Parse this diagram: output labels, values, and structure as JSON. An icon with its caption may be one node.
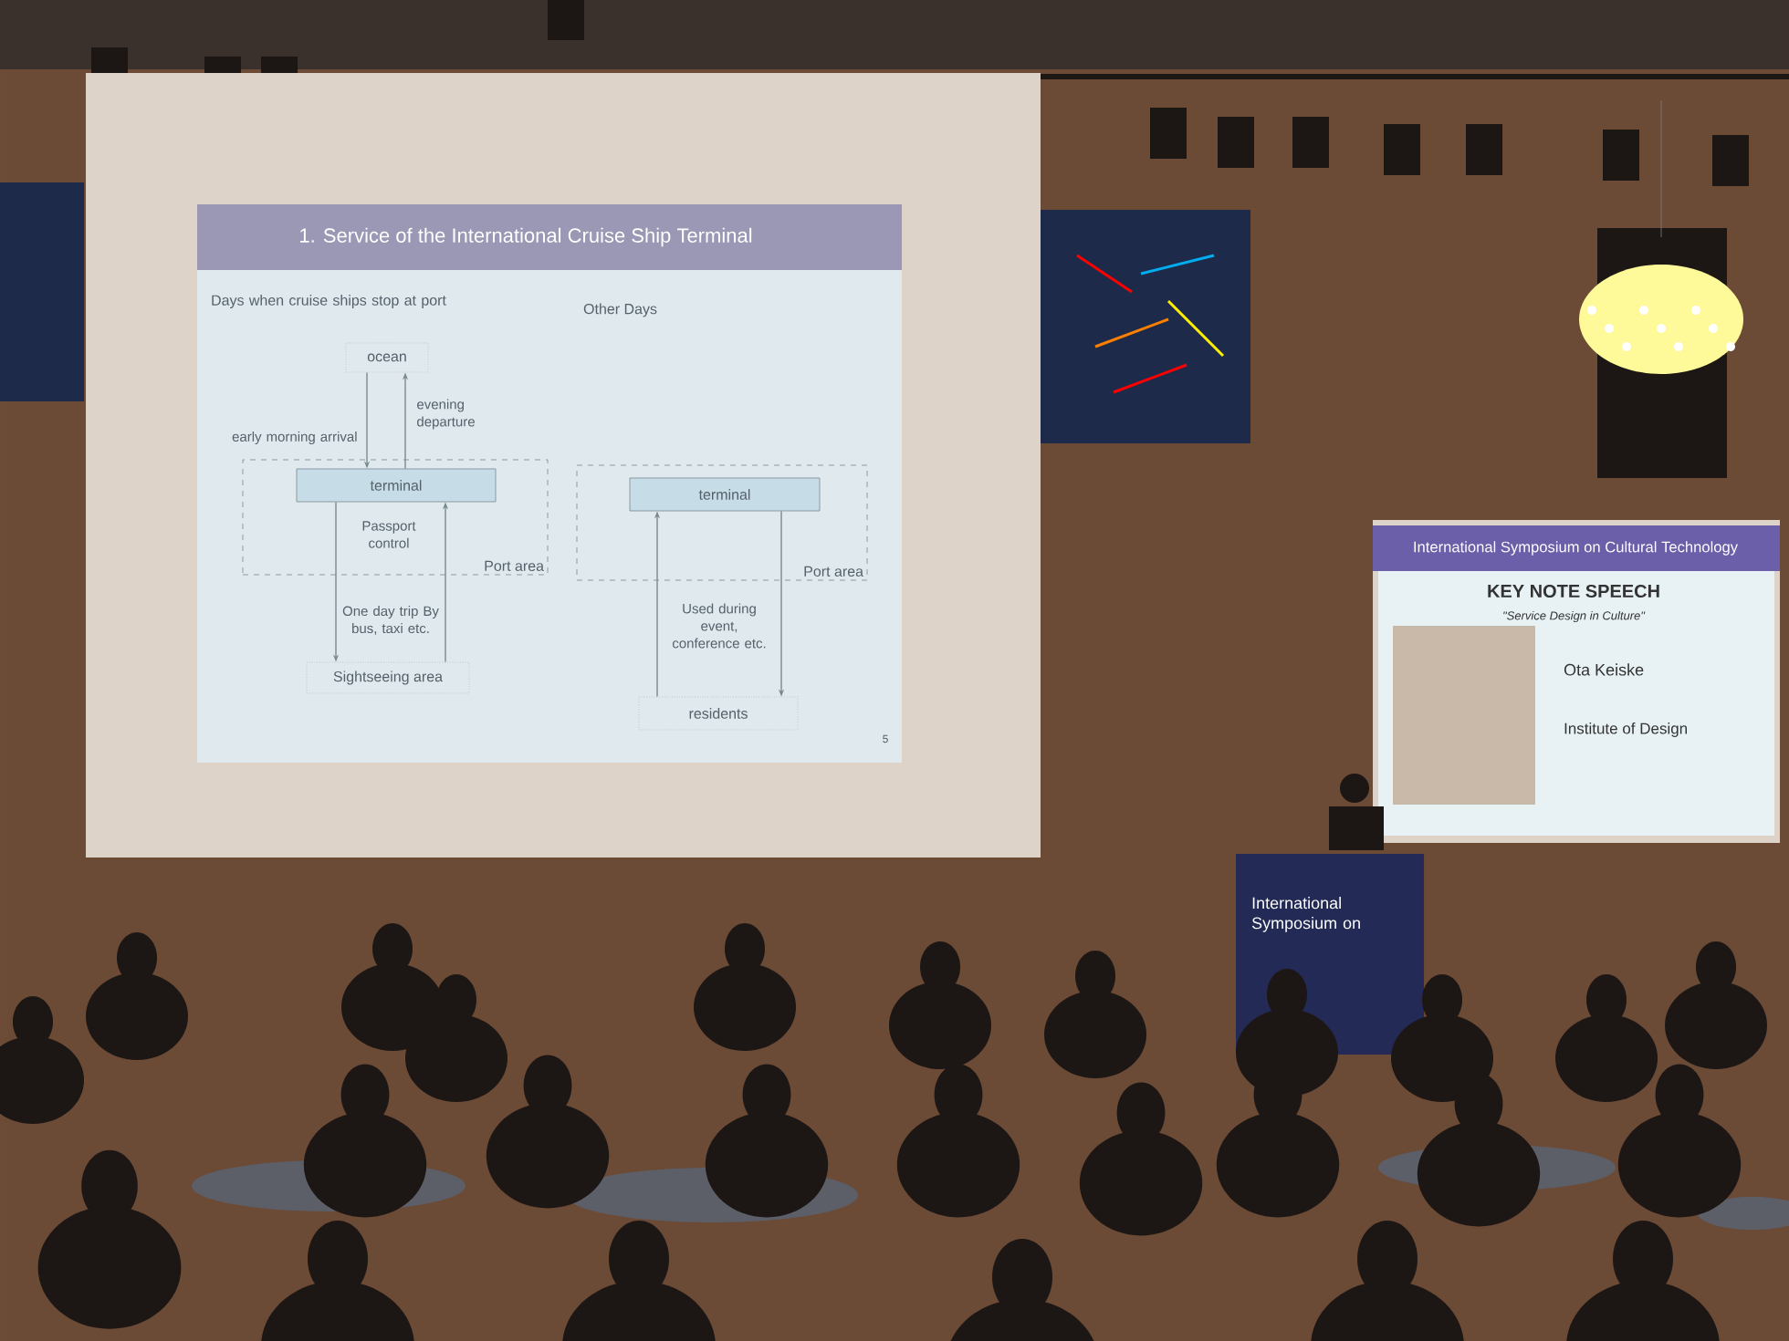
{
  "diagram": {
    "title": "1. Service of the International Cruise Ship Terminal",
    "nodes": [
      {
        "text": [
          "Port area"
        ]
      },
      {
        "text": [
          "ocean"
        ]
      },
      {
        "text": [
          "terminal"
        ],
        "in": 0
      },
      {
        "text": [
          "Sightseeing area"
        ]
      },
      {
        "text": [
          "Port area"
        ]
      },
      {
        "text": [
          "terminal"
        ],
        "in": 4
      },
      {
        "text": [
          "residents"
        ]
      }
    ],
    "edges": [
      {
        "from": 1,
        "to": 2,
        "arrow": "to",
        "label": "early morning arrival"
      },
      {
        "from": 2,
        "to": 1,
        "arrow": "to",
        "label": "evening departure"
      },
      {
        "from": 2,
        "to": 3,
        "arrow": "to",
        "label": "One day trip By bus, taxi etc."
      },
      {
        "from": 3,
        "to": 2,
        "arrow": "to"
      },
      {
        "from": 6,
        "to": 5,
        "arrow": "to",
        "label": "Used during event, conference etc."
      },
      {
        "from": 5,
        "to": 6,
        "arrow": "to"
      }
    ],
    "labels": [
      "Days when cruise ships stop at port",
      "Other Days",
      "Passport control",
      "5",
      "International Symposium on Cultural Technology",
      "KEY NOTE SPEECH",
      "\"Service Design in Culture\"",
      "Ota Keiske",
      "Institute of Design",
      "International Symposium on"
    ]
  }
}
